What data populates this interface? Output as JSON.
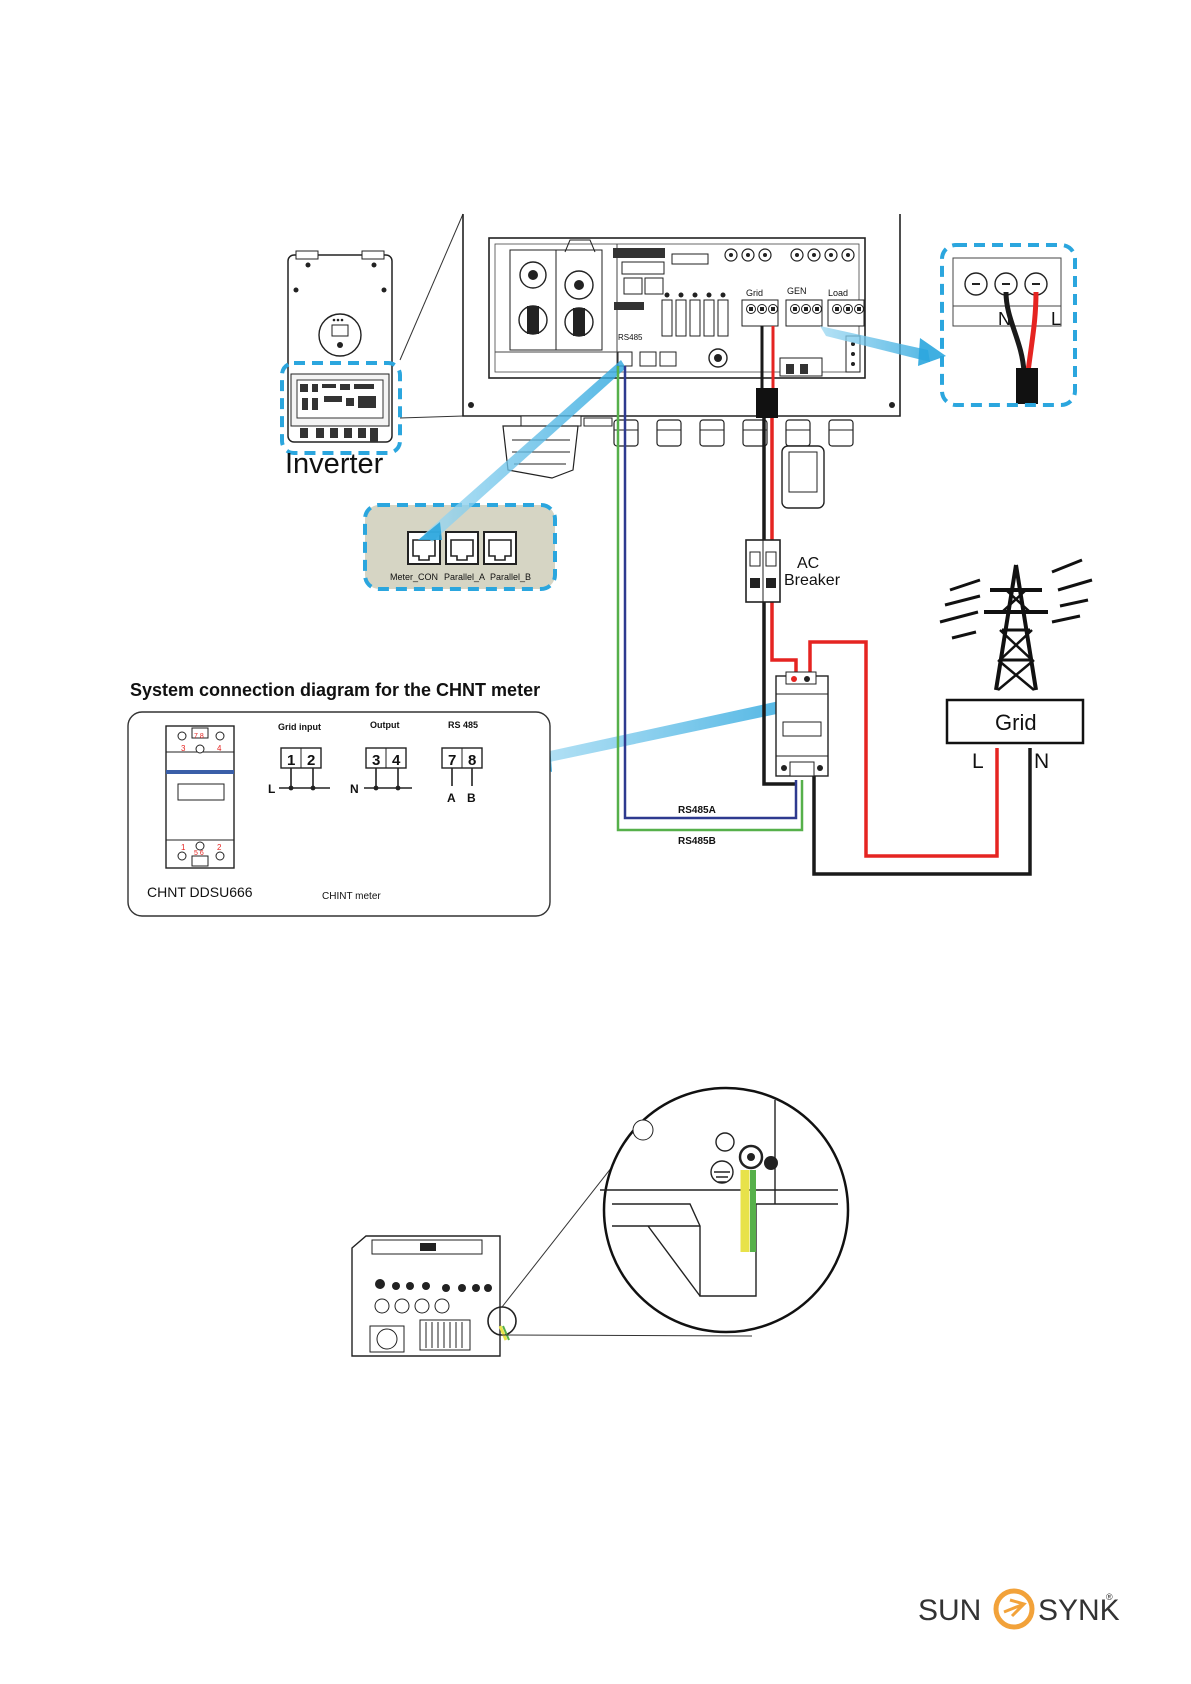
{
  "inverter_label": "Inverter",
  "terminal_labels": {
    "grid": "Grid",
    "gen": "GEN",
    "load": "Load",
    "rs485": "RS485"
  },
  "ports": [
    "Meter_CON",
    "Parallel_A",
    "Parallel_B"
  ],
  "inset_terminal": {
    "n": "N",
    "l": "L"
  },
  "breaker": {
    "line1": "AC",
    "line2": "Breaker"
  },
  "grid_box": {
    "label": "Grid",
    "l": "L",
    "n": "N"
  },
  "wires": {
    "a": "RS485A",
    "b": "RS485B"
  },
  "section_title": "System connection diagram for the CHNT meter",
  "meter_panel": {
    "model": "CHNT  DDSU666",
    "caption": "CHINT meter",
    "groups": [
      {
        "title": "Grid input",
        "terms": [
          "1",
          "2"
        ],
        "sub": "L"
      },
      {
        "title": "Output",
        "terms": [
          "3",
          "4"
        ],
        "sub": "N"
      },
      {
        "title": "RS 485",
        "terms": [
          "7",
          "8"
        ],
        "sub_a": "A",
        "sub_b": "B"
      }
    ],
    "device_top": {
      "left": "3",
      "mid": "7 8",
      "right": "4"
    },
    "device_bottom": {
      "left": "1",
      "mid": "5 6",
      "right": "2"
    }
  },
  "brand": {
    "left": "SUN",
    "right": "SYNK",
    "mark": "®"
  },
  "colors": {
    "highlight": "#2ba6de",
    "live": "#e52421",
    "rs485a": "#2e3a8f",
    "rs485b": "#56b04a",
    "earth": "#e8e24a"
  }
}
